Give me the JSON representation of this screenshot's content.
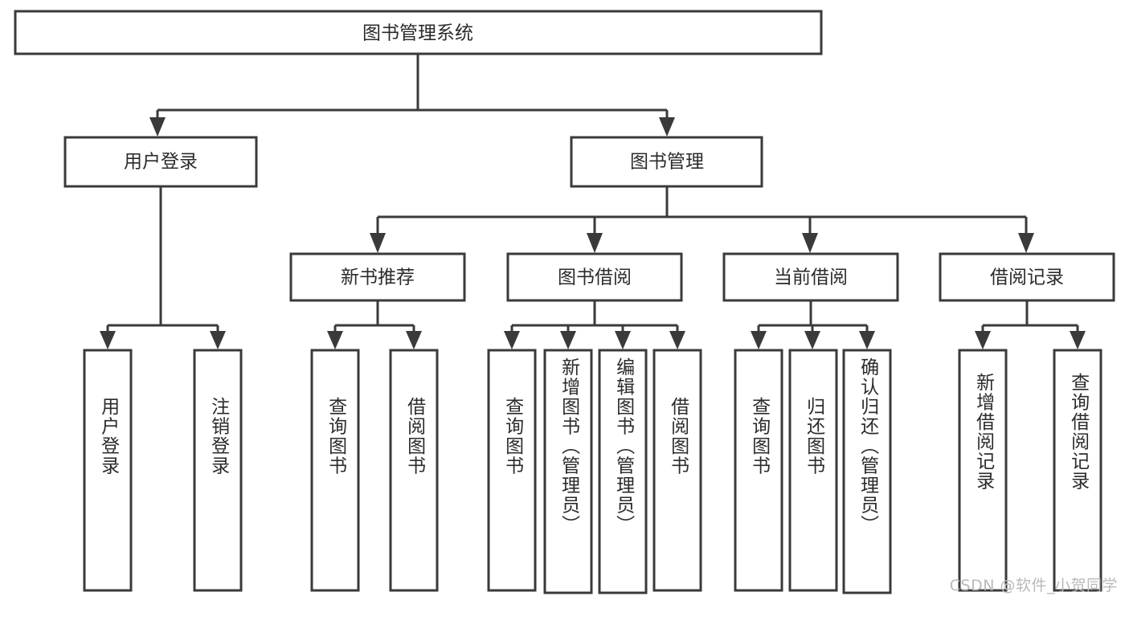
{
  "diagram": {
    "type": "hierarchy-tree",
    "root": {
      "id": "root",
      "label": "图书管理系统"
    },
    "level2": [
      {
        "id": "user-login",
        "label": "用户登录"
      },
      {
        "id": "book-manage",
        "label": "图书管理"
      }
    ],
    "level3": [
      {
        "id": "new-book-recommend",
        "label": "新书推荐",
        "parent": "book-manage"
      },
      {
        "id": "book-borrow",
        "label": "图书借阅",
        "parent": "book-manage"
      },
      {
        "id": "current-borrow",
        "label": "当前借阅",
        "parent": "book-manage"
      },
      {
        "id": "borrow-record",
        "label": "借阅记录",
        "parent": "book-manage"
      }
    ],
    "leaves": [
      {
        "id": "leaf-user-login",
        "label": "用户登录",
        "parent": "user-login"
      },
      {
        "id": "leaf-logout-login",
        "label": "注销登录",
        "parent": "user-login"
      },
      {
        "id": "leaf-query-book-1",
        "label": "查询图书",
        "parent": "new-book-recommend"
      },
      {
        "id": "leaf-borrow-book-1",
        "label": "借阅图书",
        "parent": "new-book-recommend"
      },
      {
        "id": "leaf-query-book-2",
        "label": "查询图书",
        "parent": "book-borrow"
      },
      {
        "id": "leaf-add-book-admin",
        "label": "新增图书（管理员）",
        "parent": "book-borrow"
      },
      {
        "id": "leaf-edit-book-admin",
        "label": "编辑图书（管理员）",
        "parent": "book-borrow"
      },
      {
        "id": "leaf-borrow-book-2",
        "label": "借阅图书",
        "parent": "book-borrow"
      },
      {
        "id": "leaf-query-book-3",
        "label": "查询图书",
        "parent": "current-borrow"
      },
      {
        "id": "leaf-return-book",
        "label": "归还图书",
        "parent": "current-borrow"
      },
      {
        "id": "leaf-confirm-return-admin",
        "label": "确认归还（管理员）",
        "parent": "current-borrow"
      },
      {
        "id": "leaf-add-borrow-record",
        "label": "新增借阅记录",
        "parent": "borrow-record"
      },
      {
        "id": "leaf-query-borrow-record",
        "label": "查询借阅记录",
        "parent": "borrow-record"
      }
    ],
    "colors": {
      "stroke": "#3a3a3a",
      "fill": "#ffffff",
      "text": "#2b2b2b",
      "watermark": "#b9b9b9"
    }
  },
  "watermark": {
    "text": "CSDN @软件_小贺同学"
  }
}
